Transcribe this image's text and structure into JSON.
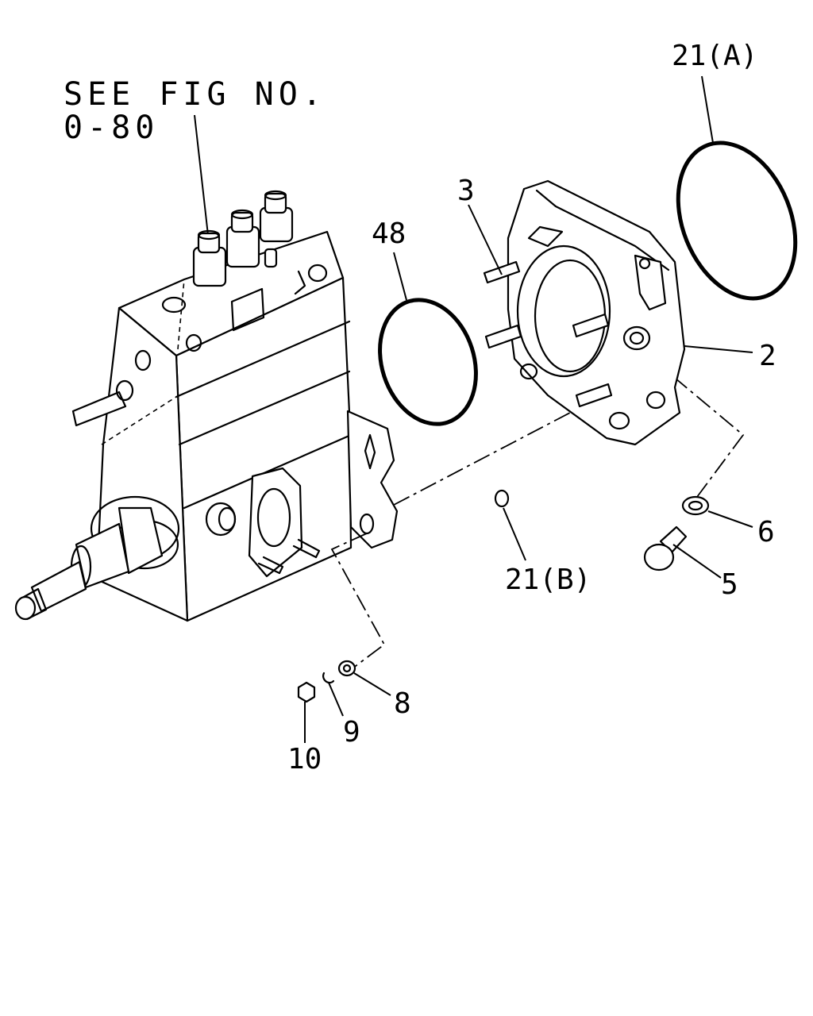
{
  "figure": {
    "reference_note_line1": "SEE FIG NO.",
    "reference_note_line2": "0-80"
  },
  "callouts": {
    "c21a": "21(A)",
    "c3": "3",
    "c48": "48",
    "c2": "2",
    "c6": "6",
    "c5": "5",
    "c21b": "21(B)",
    "c8": "8",
    "c9": "9",
    "c10": "10"
  }
}
